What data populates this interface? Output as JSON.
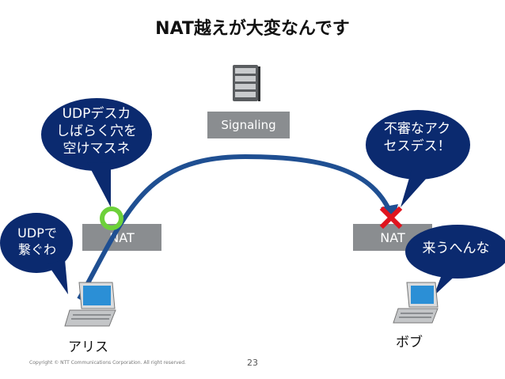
{
  "title": "NAT越えが大変なんです",
  "signaling_label": "Signaling",
  "nat_left_label": "NAT",
  "nat_right_label": "NAT",
  "bubbles": {
    "alice_nat": "UDPデスカ\nしばらく穴を\n空けマスネ",
    "bob_nat": "不審なアク\nセスデス！",
    "alice": "UDPで\n繋ぐわ",
    "bob": "来うへんな"
  },
  "alice_label": "アリス",
  "bob_label": "ボブ",
  "copyright": "Copyright © NTT Communications Corporation. All right reserved.",
  "page_number": "23",
  "colors": {
    "bubble": "#0b2a6f",
    "path": "#1f4f92",
    "nat_box": "#8a8d90",
    "allow_ring": "#6dd13a",
    "deny_cross": "#e0141e"
  }
}
